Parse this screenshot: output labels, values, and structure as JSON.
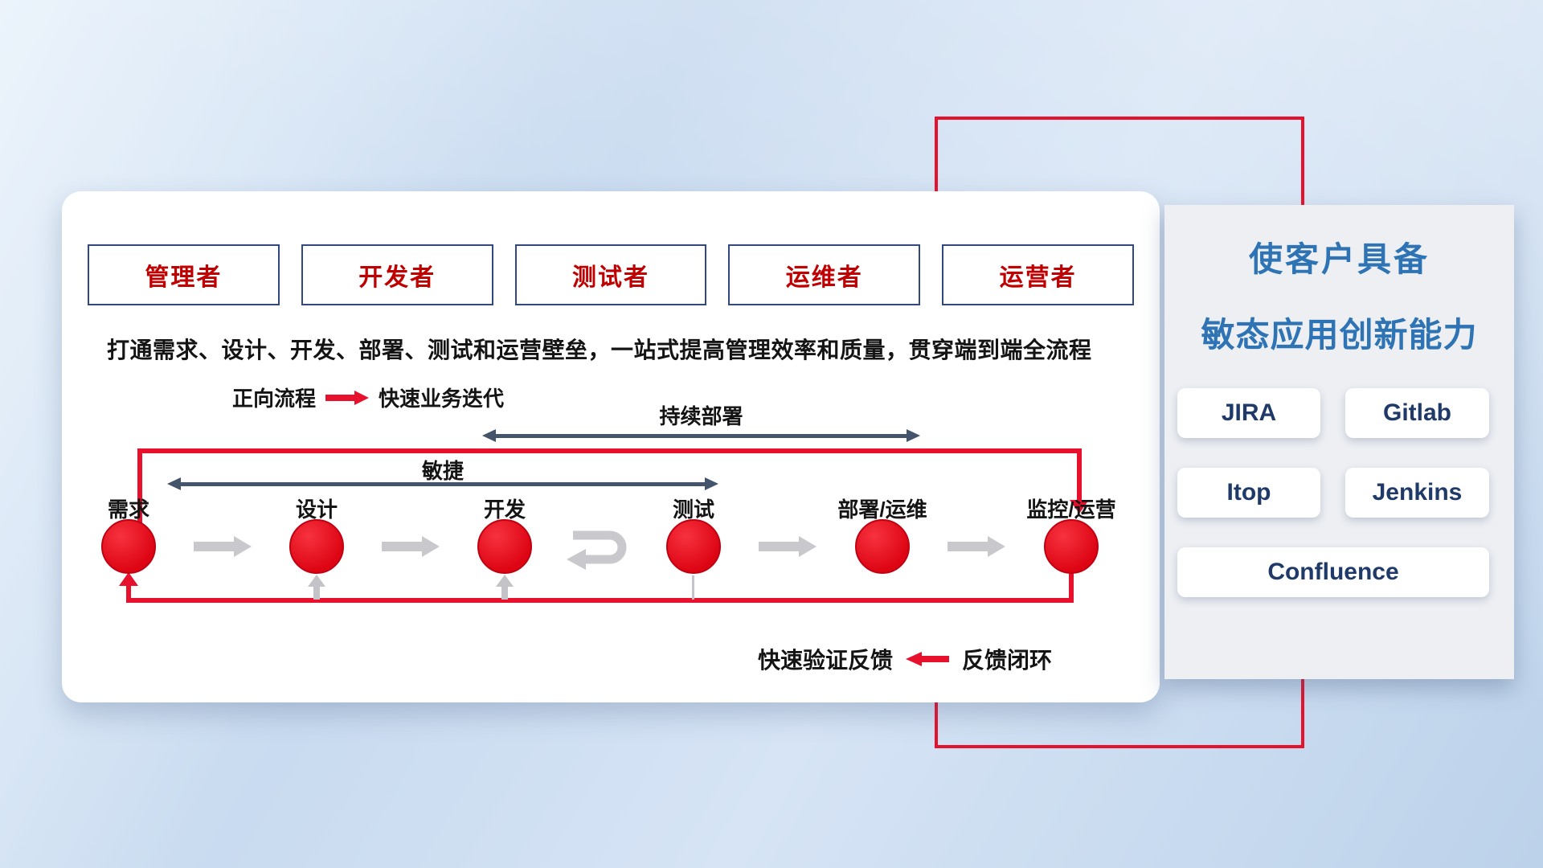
{
  "colors": {
    "accent_red": "#e8112d",
    "role_border_navy": "#31497e",
    "role_text_red": "#c00000",
    "span_arrow_slate": "#44546a",
    "gray_arrow": "#c9c9cd",
    "title_blue": "#2e74b5",
    "tool_text_navy": "#1f3a68"
  },
  "roles": [
    "管理者",
    "开发者",
    "测试者",
    "运维者",
    "运营者"
  ],
  "description": "打通需求、设计、开发、部署、测试和运营壁垒，一站式提高管理效率和质量，贯穿端到端全流程",
  "legend": {
    "forward_label": "正向流程",
    "forward_value": "快速业务迭代",
    "feedback_value": "快速验证反馈",
    "feedback_label": "反馈闭环"
  },
  "flow": {
    "stages": [
      "需求",
      "设计",
      "开发",
      "测试",
      "部署/运维",
      "监控/运营"
    ],
    "agile_label": "敏捷",
    "continuous_deploy_label": "持续部署"
  },
  "right_panel": {
    "title_line1": "使客户具备",
    "title_line2": "敏态应用创新能力",
    "tools": [
      "JIRA",
      "Gitlab",
      "Itop",
      "Jenkins",
      "Confluence"
    ]
  }
}
